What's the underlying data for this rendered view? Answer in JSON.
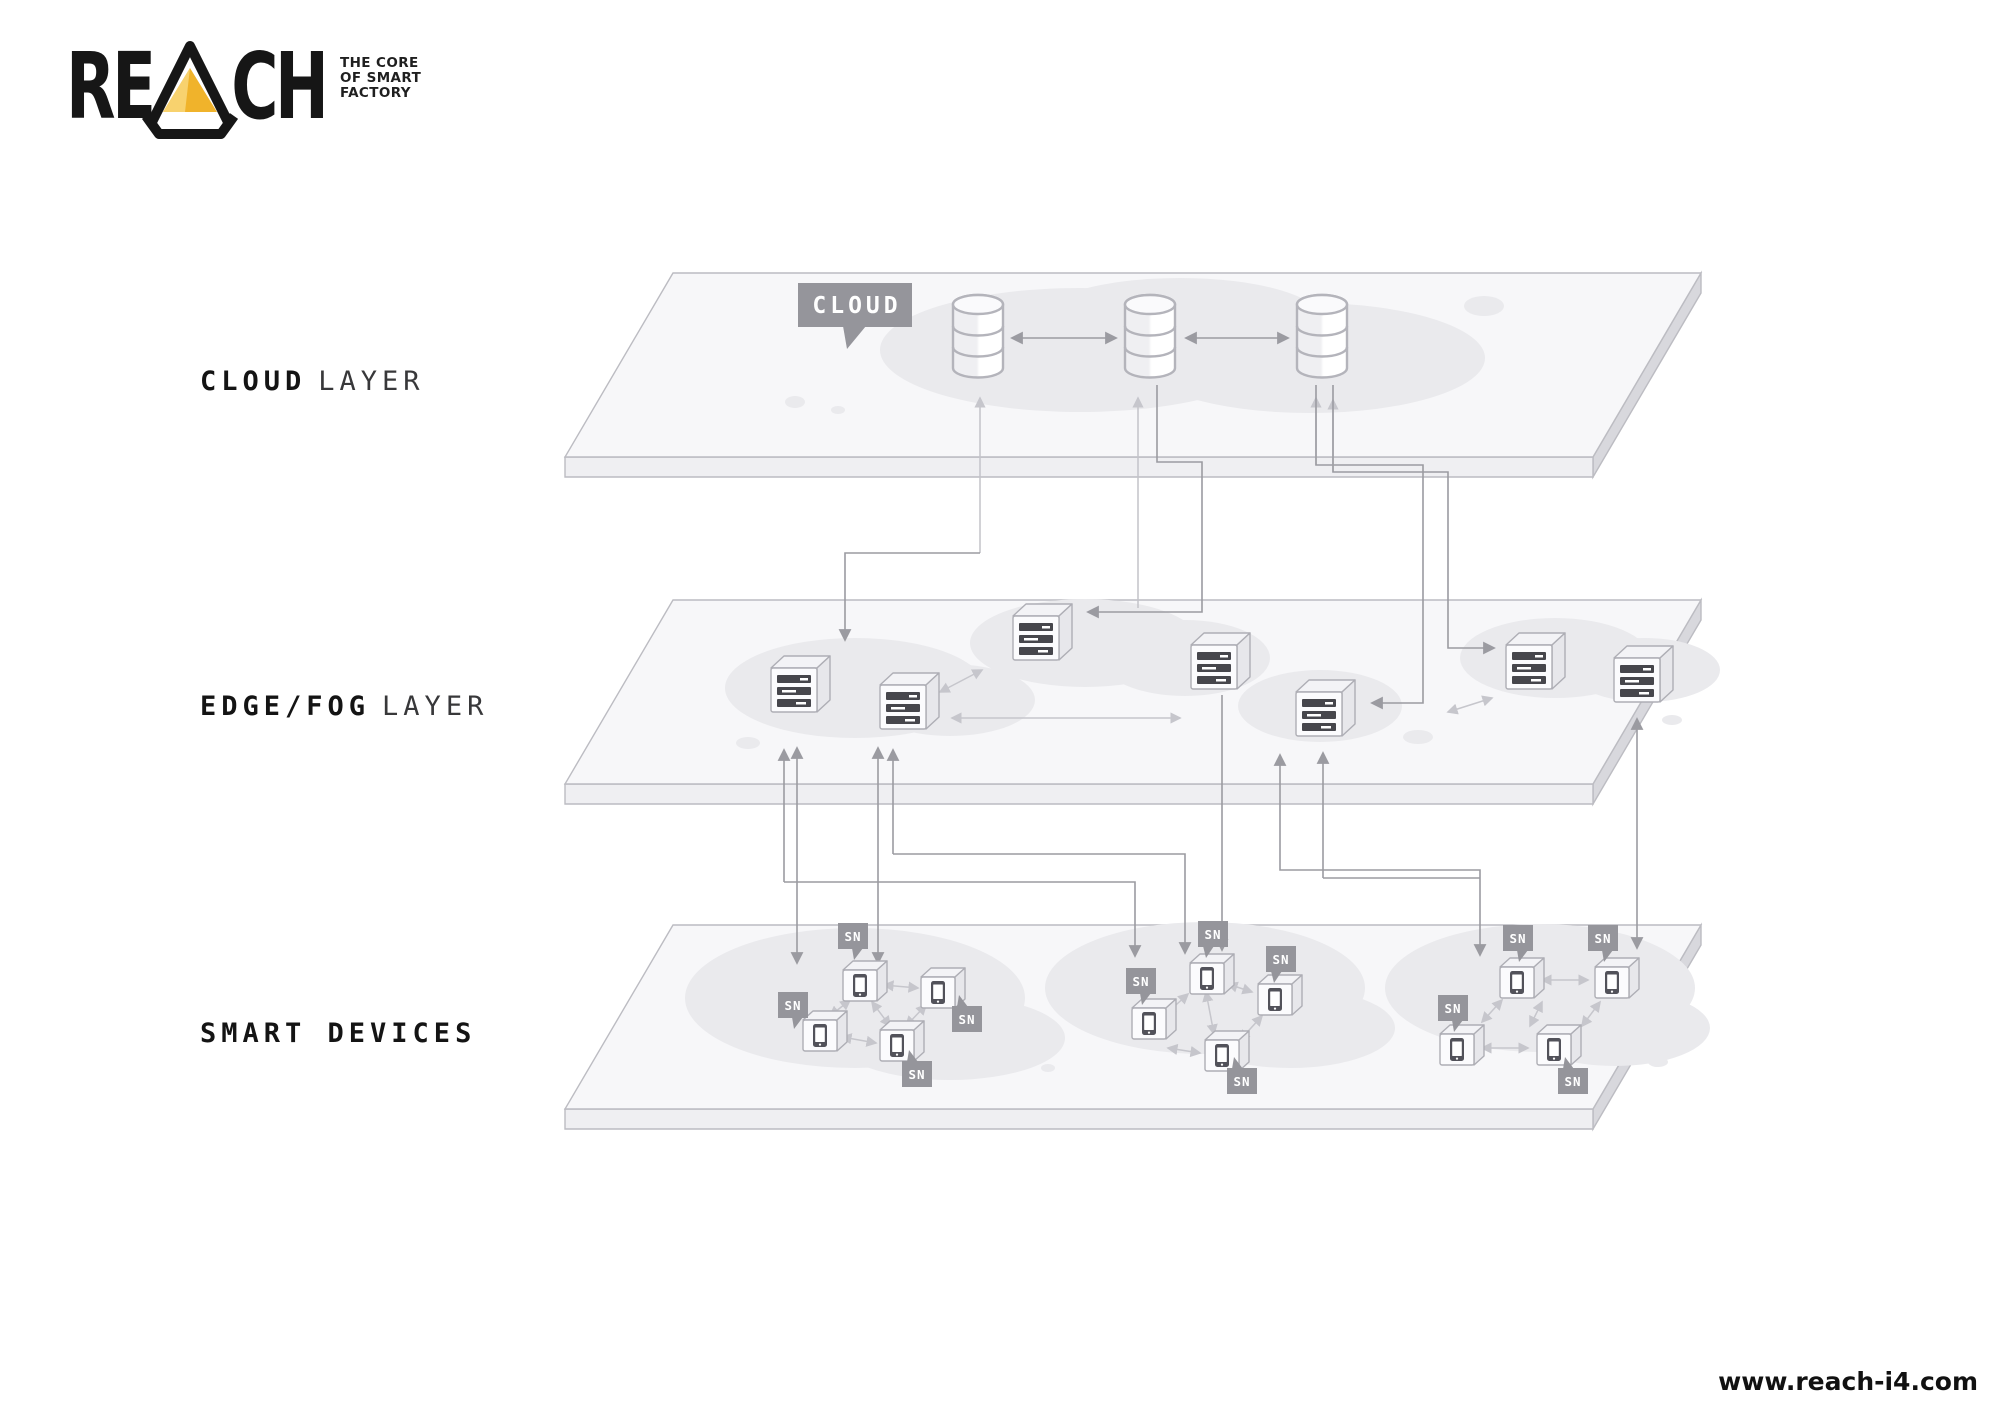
{
  "header": {
    "brand": "REACH",
    "brand_left": "RE",
    "brand_right": "CH",
    "tagline_lines": [
      "THE CORE",
      "OF SMART",
      "FACTORY"
    ]
  },
  "layers": {
    "cloud": {
      "label_bold": "CLOUD",
      "label_light": "LAYER",
      "bubble_label": "CLOUD"
    },
    "edge": {
      "label_bold": "EDGE/FOG",
      "label_light": "LAYER"
    },
    "devices": {
      "label_bold": "SMART DEVICES",
      "label_light": "",
      "sn_label": "SN"
    }
  },
  "footer": {
    "website": "www.reach-i4.com"
  },
  "colors": {
    "accent_yellow": "#F0B32B",
    "accent_yellow_light": "#F8D26E",
    "badge_gray": "#95959B",
    "platform_fill": "#F7F7F9",
    "connector_dark": "#9B9BA1",
    "connector_light": "#C6C6CC",
    "text_dark": "#1B1B1B"
  }
}
